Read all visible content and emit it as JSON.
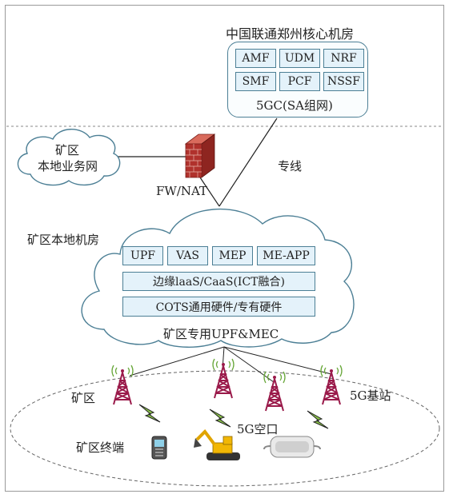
{
  "core": {
    "title": "中国联通郑州核心机房",
    "nfs": [
      "AMF",
      "UDM",
      "NRF",
      "SMF",
      "PCF",
      "NSSF"
    ],
    "label": "5GC(SA组网)"
  },
  "business_net": {
    "line1": "矿区",
    "line2": "本地业务网"
  },
  "firewall_label": "FW/NAT",
  "dedicated_line": "专线",
  "local_room": {
    "title": "矿区本地机房",
    "apps": [
      "UPF",
      "VAS",
      "MEP",
      "ME-APP"
    ],
    "platform": "边缘laaS/CaaS(ICT融合)",
    "hardware": "COTS通用硬件/专有硬件",
    "label": "矿区专用UPF&MEC"
  },
  "field": {
    "area": "矿区",
    "terminal": "矿区终端",
    "air_interface": "5G空口",
    "base_station": "5G基站"
  },
  "colors": {
    "box_fill": "#e4f2fa",
    "box_stroke": "#4c7f95",
    "tower": "#9a1a4a",
    "signal": "#6aa83c",
    "brick": "#b0312c"
  }
}
